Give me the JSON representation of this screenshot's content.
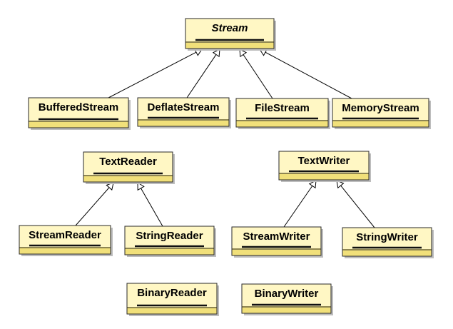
{
  "diagram": {
    "classes": [
      {
        "id": "stream",
        "name": "Stream",
        "abstract": true
      },
      {
        "id": "buffered-stream",
        "name": "BufferedStream",
        "abstract": false
      },
      {
        "id": "deflate-stream",
        "name": "DeflateStream",
        "abstract": false
      },
      {
        "id": "file-stream",
        "name": "FileStream",
        "abstract": false
      },
      {
        "id": "memory-stream",
        "name": "MemoryStream",
        "abstract": false
      },
      {
        "id": "text-reader",
        "name": "TextReader",
        "abstract": false
      },
      {
        "id": "text-writer",
        "name": "TextWriter",
        "abstract": false
      },
      {
        "id": "stream-reader",
        "name": "StreamReader",
        "abstract": false
      },
      {
        "id": "string-reader",
        "name": "StringReader",
        "abstract": false
      },
      {
        "id": "stream-writer",
        "name": "StreamWriter",
        "abstract": false
      },
      {
        "id": "string-writer",
        "name": "StringWriter",
        "abstract": false
      },
      {
        "id": "binary-reader",
        "name": "BinaryReader",
        "abstract": false
      },
      {
        "id": "binary-writer",
        "name": "BinaryWriter",
        "abstract": false
      }
    ],
    "inheritance": [
      {
        "child": "buffered-stream",
        "parent": "stream"
      },
      {
        "child": "deflate-stream",
        "parent": "stream"
      },
      {
        "child": "file-stream",
        "parent": "stream"
      },
      {
        "child": "memory-stream",
        "parent": "stream"
      },
      {
        "child": "stream-reader",
        "parent": "text-reader"
      },
      {
        "child": "string-reader",
        "parent": "text-reader"
      },
      {
        "child": "stream-writer",
        "parent": "text-writer"
      },
      {
        "child": "string-writer",
        "parent": "text-writer"
      }
    ],
    "colors": {
      "box_fill": "#fff7c4",
      "box_band": "#f1e07a",
      "border": "#2a2a2a",
      "shadow": "#bdbdbd"
    }
  }
}
